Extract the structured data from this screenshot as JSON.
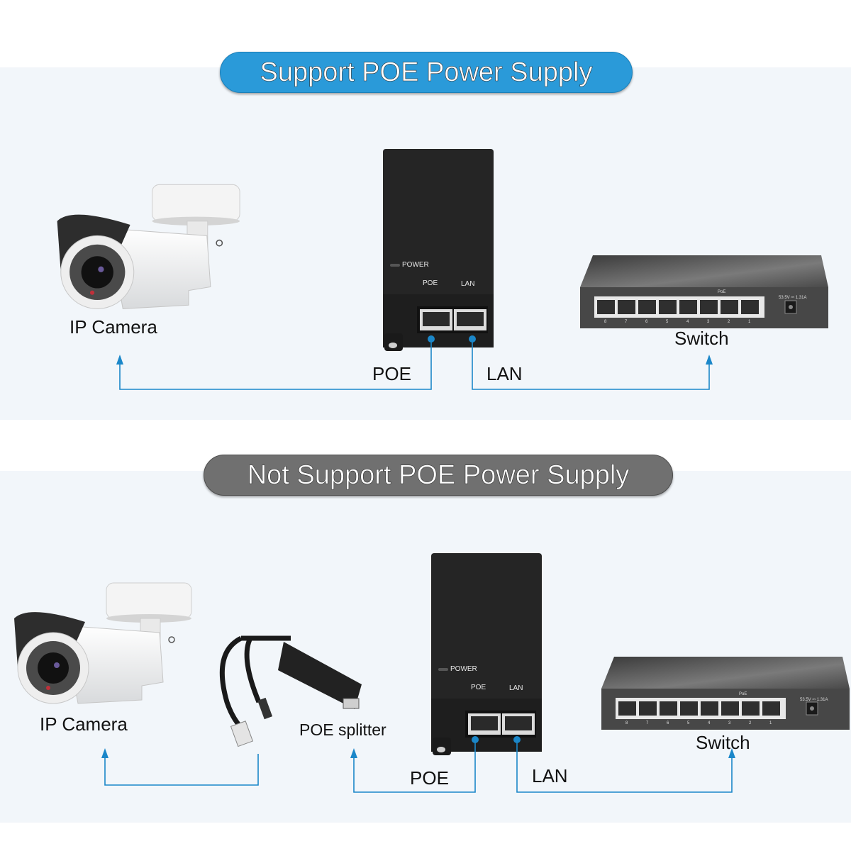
{
  "sections": [
    {
      "id": "support",
      "title": "Support POE Power Supply",
      "title_color": "#2a9ad9",
      "camera_label": "IP Camera",
      "switch_label": "Switch",
      "poe_label": "POE",
      "lan_label": "LAN",
      "injector": {
        "power_label": "POWER",
        "port1_label": "POE",
        "port2_label": "LAN"
      }
    },
    {
      "id": "not-support",
      "title": "Not Support POE Power Supply",
      "title_color": "#707070",
      "camera_label": "IP Camera",
      "splitter_label": "POE splitter",
      "switch_label": "Switch",
      "poe_label": "POE",
      "lan_label": "LAN",
      "injector": {
        "power_label": "POWER",
        "port1_label": "POE",
        "port2_label": "LAN"
      }
    }
  ],
  "switch_device": {
    "port_numbers": [
      "8",
      "7",
      "6",
      "5",
      "4",
      "3",
      "2",
      "1"
    ],
    "poe_group_label": "PoE",
    "power_rating": "53.5V ⎓ 1.31A"
  },
  "connector_color": "#1b87c9"
}
